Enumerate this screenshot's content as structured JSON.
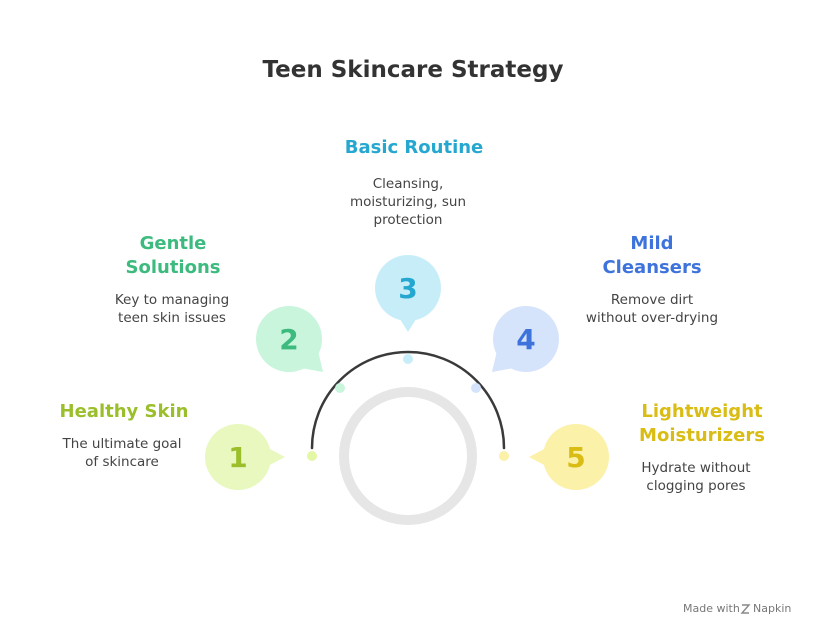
{
  "title": "Teen Skincare Strategy",
  "steps": [
    {
      "number": "1",
      "title": [
        "Healthy Skin"
      ],
      "desc": [
        "The ultimate goal",
        "of skincare"
      ],
      "color": "#9ABF2A",
      "bubble": "#E8F8BF",
      "dot": "#E3F7A6"
    },
    {
      "number": "2",
      "title": [
        "Gentle",
        "Solutions"
      ],
      "desc": [
        "Key to managing",
        "teen skin issues"
      ],
      "color": "#3DBA7E",
      "bubble": "#C8F5DC",
      "dot": "#C8F5DC"
    },
    {
      "number": "3",
      "title": [
        "Basic Routine"
      ],
      "desc": [
        "Cleansing,",
        "moisturizing, sun",
        "protection"
      ],
      "color": "#25A7CF",
      "bubble": "#C7EEF8",
      "dot": "#C7EEF8"
    },
    {
      "number": "4",
      "title": [
        "Mild",
        "Cleansers"
      ],
      "desc": [
        "Remove dirt",
        "without over-drying"
      ],
      "color": "#3D73DB",
      "bubble": "#D6E4FB",
      "dot": "#D6E4FB"
    },
    {
      "number": "5",
      "title": [
        "Lightweight",
        "Moisturizers"
      ],
      "desc": [
        "Hydrate without",
        "clogging pores"
      ],
      "color": "#D9BC14",
      "bubble": "#FBF1A8",
      "dot": "#FBF1A8"
    }
  ],
  "footer": {
    "made_with": "Made with",
    "brand": "Napkin"
  }
}
